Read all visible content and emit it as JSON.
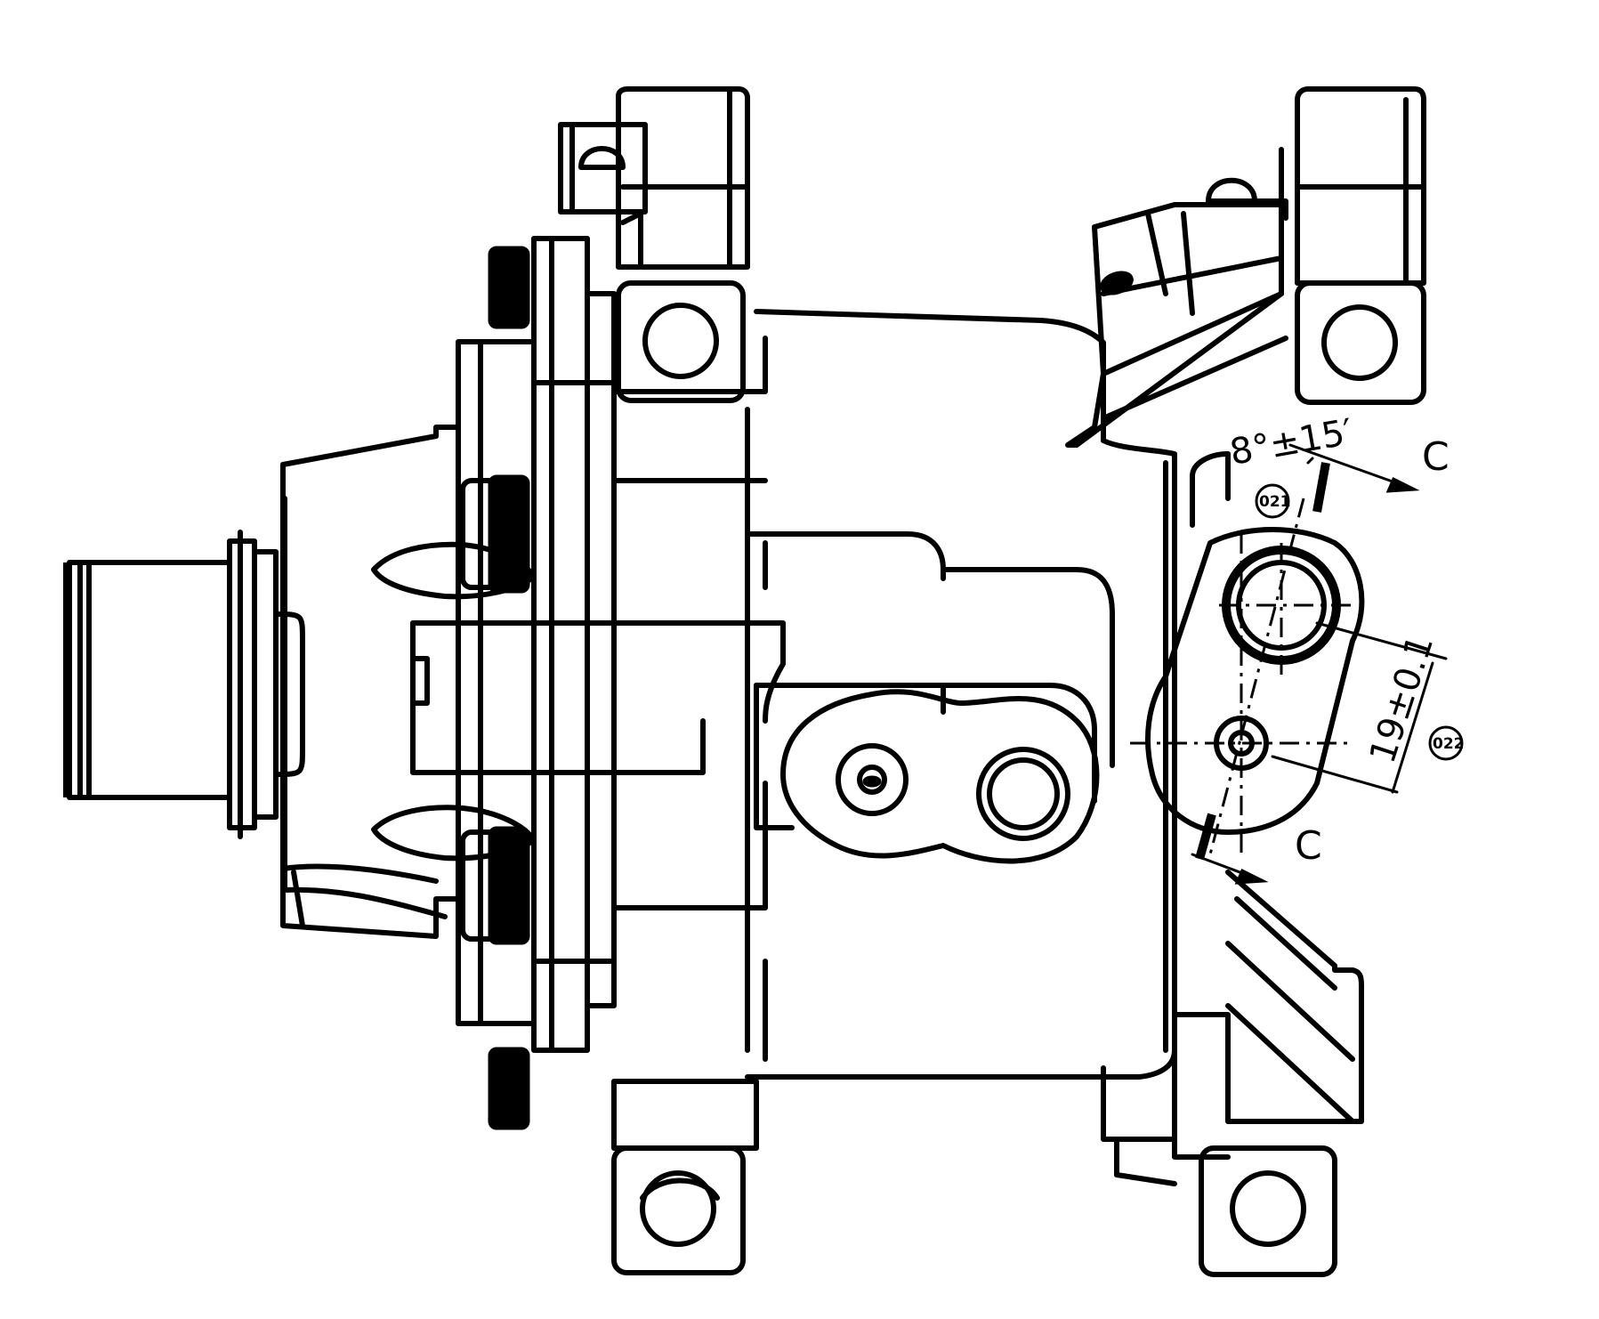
{
  "annotations": {
    "angle_dim": "8°±15′",
    "length_dim": "19±0.1",
    "tag_1": "021",
    "tag_2": "022",
    "section_mark_top": "C",
    "section_mark_bottom": "C"
  },
  "colors": {
    "line": "#000000",
    "background": "#ffffff"
  }
}
